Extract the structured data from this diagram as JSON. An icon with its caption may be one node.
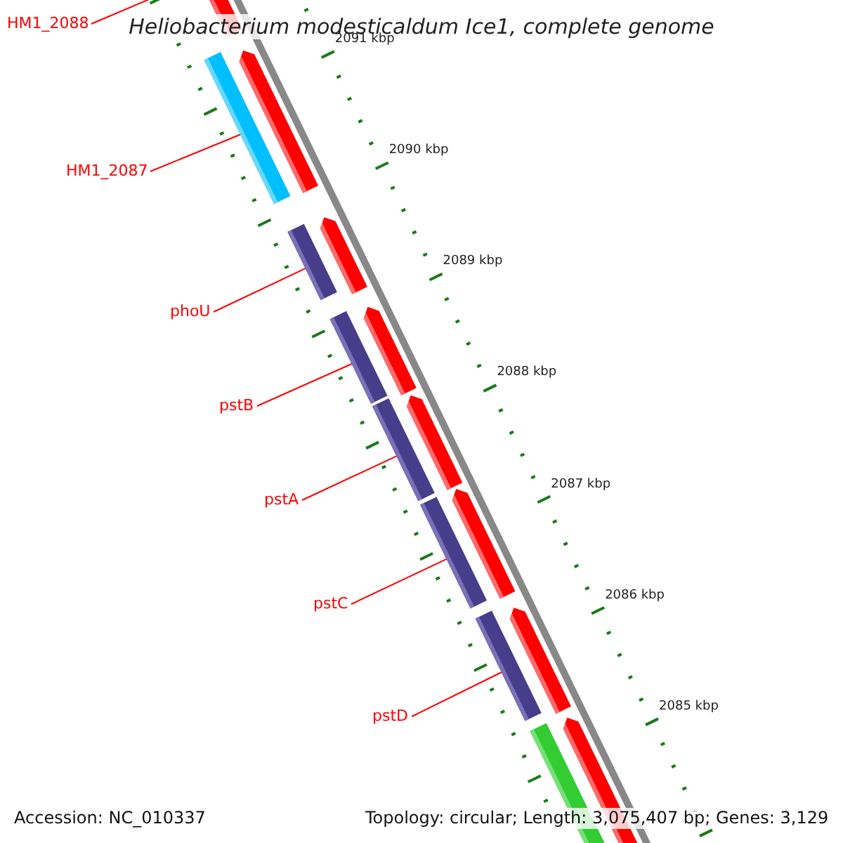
{
  "diagram": {
    "title": "Heliobacterium modesticaldum Ice1, complete genome",
    "nodes": [
      {
        "text": [
          "HM1_2088"
        ]
      },
      {
        "text": [
          "HM1_2087"
        ]
      },
      {
        "text": [
          "phoU"
        ]
      },
      {
        "text": [
          "pstB"
        ]
      },
      {
        "text": [
          "pstA"
        ]
      },
      {
        "text": [
          "pstC"
        ]
      },
      {
        "text": [
          "pstD"
        ]
      },
      {
        "text": [],
        "shape": "bar"
      },
      {
        "text": [],
        "shape": "bar"
      },
      {
        "text": [],
        "shape": "bar"
      },
      {
        "text": [],
        "shape": "bar"
      },
      {
        "text": [],
        "shape": "bar"
      },
      {
        "text": [],
        "shape": "bar"
      }
    ],
    "edges": [
      {
        "from": 0,
        "to": null,
        "arrow": "none"
      },
      {
        "from": 1,
        "to": 7,
        "arrow": "none"
      },
      {
        "from": 2,
        "to": 8,
        "arrow": "none"
      },
      {
        "from": 3,
        "to": 9,
        "arrow": "none"
      },
      {
        "from": 4,
        "to": 10,
        "arrow": "none"
      },
      {
        "from": 5,
        "to": 11,
        "arrow": "none"
      },
      {
        "from": 6,
        "to": 12,
        "arrow": "none"
      }
    ],
    "labels": [
      "2091 kbp",
      "2090 kbp",
      "2089 kbp",
      "2088 kbp",
      "2087 kbp",
      "2086 kbp",
      "2085 kbp",
      "Accession: NC_010337",
      "Topology: circular; Length: 3,075,407 bp; Genes: 3,129"
    ]
  }
}
